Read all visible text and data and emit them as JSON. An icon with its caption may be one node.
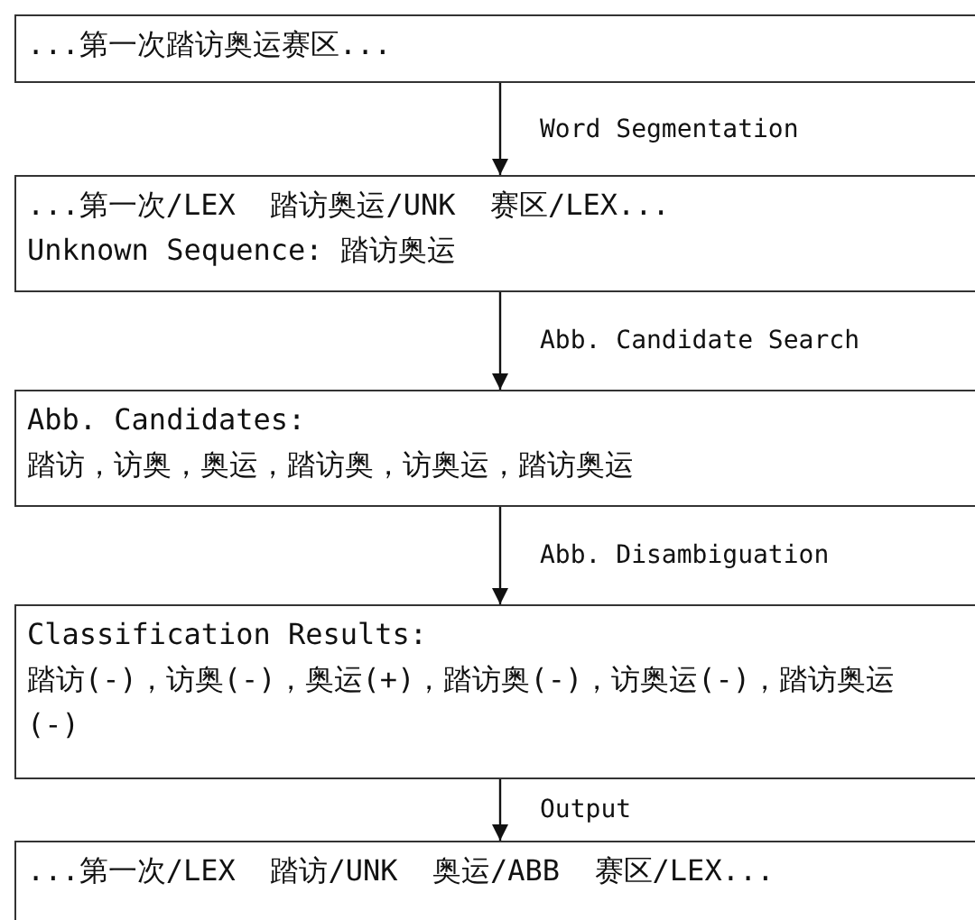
{
  "diagram": {
    "nodes": [
      {
        "text": [
          "...第一次踏访奥运赛区..."
        ]
      },
      {
        "text": [
          "...第一次/LEX  踏访奥运/UNK  赛区/LEX...",
          "Unknown Sequence: 踏访奥运"
        ]
      },
      {
        "text": [
          "Abb. Candidates:",
          "踏访，访奥，奥运，踏访奥，访奥运，踏访奥运"
        ]
      },
      {
        "text": [
          "Classification Results:",
          "踏访(-)，访奥(-)，奥运(+)，踏访奥(-)，访奥运(-)，踏访奥运(-)"
        ]
      },
      {
        "text": [
          "...第一次/LEX  踏访/UNK  奥运/ABB  赛区/LEX..."
        ]
      }
    ],
    "edges": [
      {
        "from": 0,
        "to": 1,
        "arrow": "to",
        "label": "Word Segmentation"
      },
      {
        "from": 1,
        "to": 2,
        "arrow": "to",
        "label": "Abb. Candidate Search"
      },
      {
        "from": 2,
        "to": 3,
        "arrow": "to",
        "label": "Abb. Disambiguation"
      },
      {
        "from": 3,
        "to": 4,
        "arrow": "to",
        "label": "Output"
      }
    ]
  }
}
